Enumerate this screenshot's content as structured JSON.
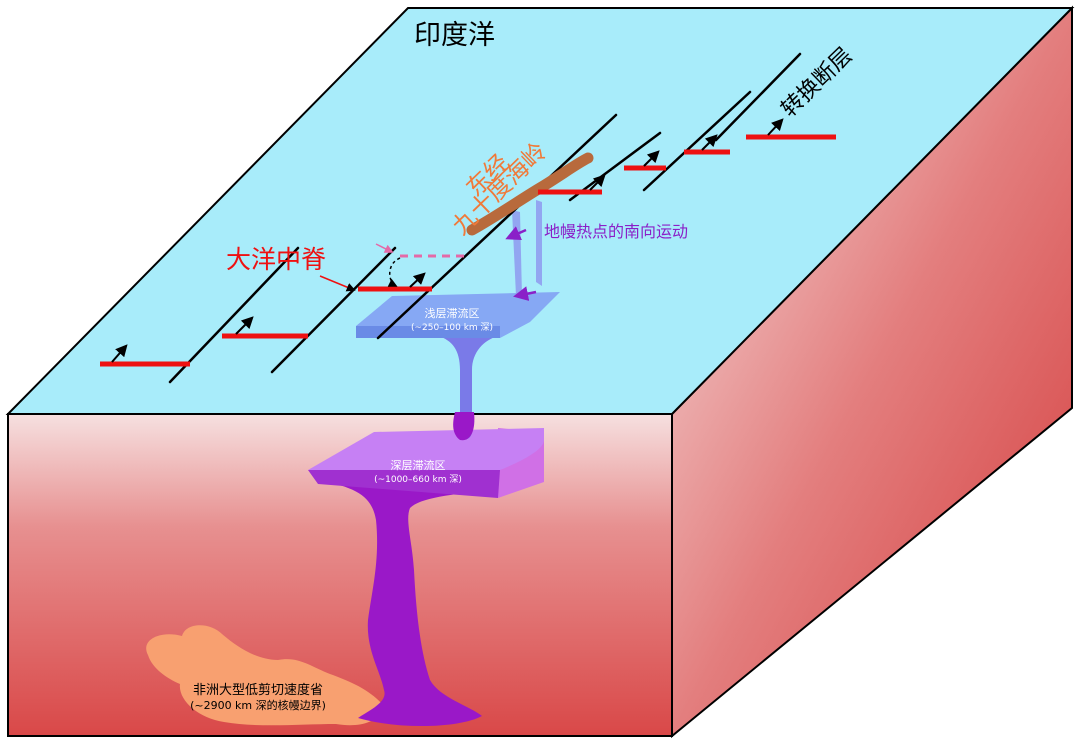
{
  "labels": {
    "ocean": "印度洋",
    "transform_fault": "转换断层",
    "ninetyeast_ridge_line1": "东经",
    "ninetyeast_ridge_line2": "九十度海岭",
    "ridge": "大洋中脊",
    "hotspot_motion": "地幔热点的南向运动",
    "shallow_zone_title": "浅层滞流区",
    "shallow_zone_depth": "(~250–100 km 深)",
    "deep_zone_title": "深层滞流区",
    "deep_zone_depth": "(~1000–660 km 深)",
    "llsvp_title": "非洲大型低剪切速度省",
    "llsvp_depth": "(~2900 km 深的核幔边界)"
  },
  "colors": {
    "ocean": "#a8ecfa",
    "mantle_red": "#d9474a",
    "ridge": "#ee1111",
    "ninetyeast_ridge": "#b86a3c",
    "ridge_label": "#ee1111",
    "ridge_label_ninetyeast": "#f07a3a",
    "hotspot_label": "#8a20c8",
    "plume": "#9a18c8",
    "shallow_zone": "#7fa4f0",
    "deep_zone": "#c680f4",
    "llsvp": "#f8a070"
  },
  "icons": [
    "arrow-icon"
  ]
}
